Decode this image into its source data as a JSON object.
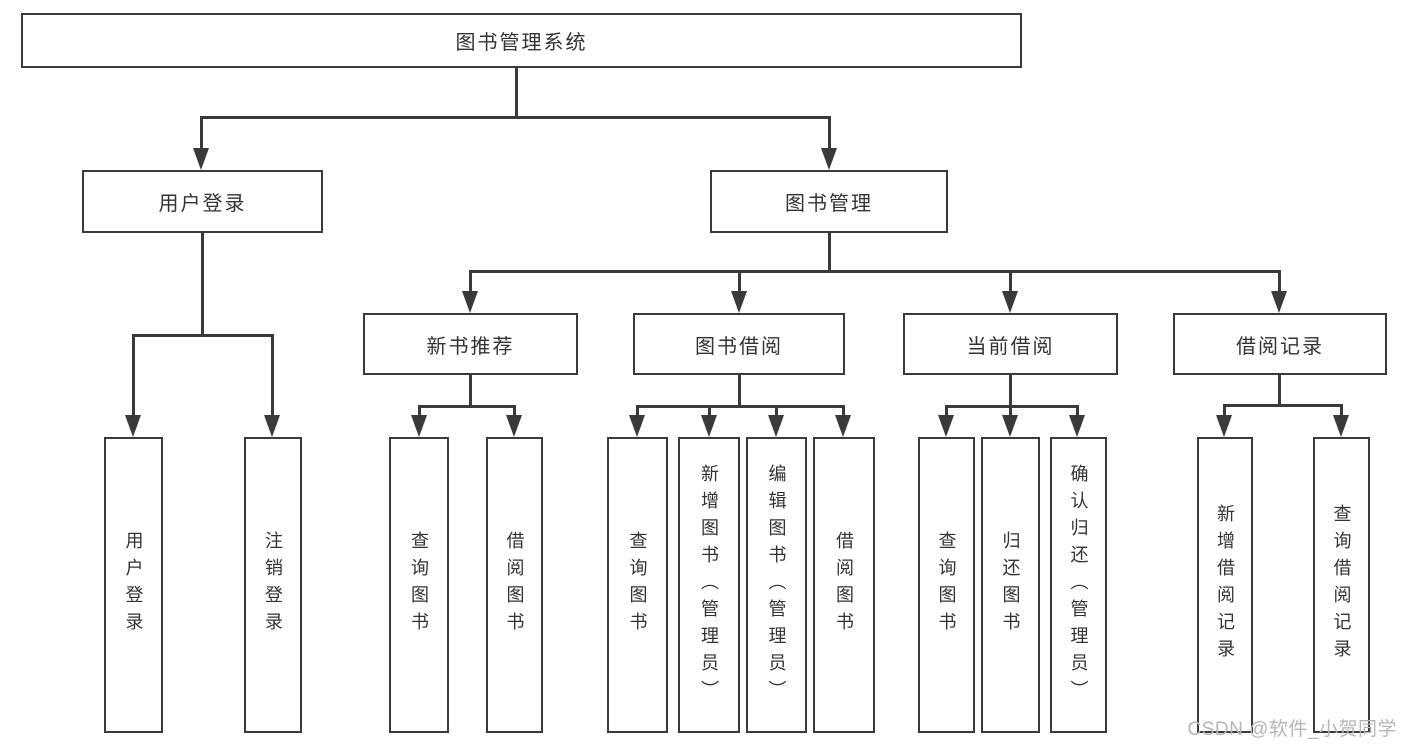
{
  "title": "图书管理系统",
  "watermark": "CSDN @软件_小贺同学",
  "colors": {
    "line": "#3a3a3a",
    "box_border": "#3a3a3a",
    "text": "#333333",
    "watermark": "#b5b5b5",
    "background": "#ffffff"
  },
  "diagram": {
    "type": "tree",
    "root": {
      "id": "root",
      "label": "图书管理系统"
    },
    "level2": [
      {
        "id": "user-login",
        "label": "用户登录",
        "parent": "root"
      },
      {
        "id": "book-management",
        "label": "图书管理",
        "parent": "root"
      }
    ],
    "level3": [
      {
        "id": "new-book-recommend",
        "label": "新书推荐",
        "parent": "book-management"
      },
      {
        "id": "book-borrowing",
        "label": "图书借阅",
        "parent": "book-management"
      },
      {
        "id": "current-borrowing",
        "label": "当前借阅",
        "parent": "book-management"
      },
      {
        "id": "borrowing-records",
        "label": "借阅记录",
        "parent": "book-management"
      }
    ],
    "leaves": [
      {
        "label": "用户登录",
        "parent": "user-login"
      },
      {
        "label": "注销登录",
        "parent": "user-login"
      },
      {
        "label": "查询图书",
        "parent": "new-book-recommend"
      },
      {
        "label": "借阅图书",
        "parent": "new-book-recommend"
      },
      {
        "label": "查询图书",
        "parent": "book-borrowing"
      },
      {
        "label": "新增图书（管理员）",
        "parent": "book-borrowing"
      },
      {
        "label": "编辑图书（管理员）",
        "parent": "book-borrowing"
      },
      {
        "label": "借阅图书",
        "parent": "book-borrowing"
      },
      {
        "label": "查询图书",
        "parent": "current-borrowing"
      },
      {
        "label": "归还图书",
        "parent": "current-borrowing"
      },
      {
        "label": "确认归还（管理员）",
        "parent": "current-borrowing"
      },
      {
        "label": "新增借阅记录",
        "parent": "borrowing-records"
      },
      {
        "label": "查询借阅记录",
        "parent": "borrowing-records"
      }
    ]
  }
}
